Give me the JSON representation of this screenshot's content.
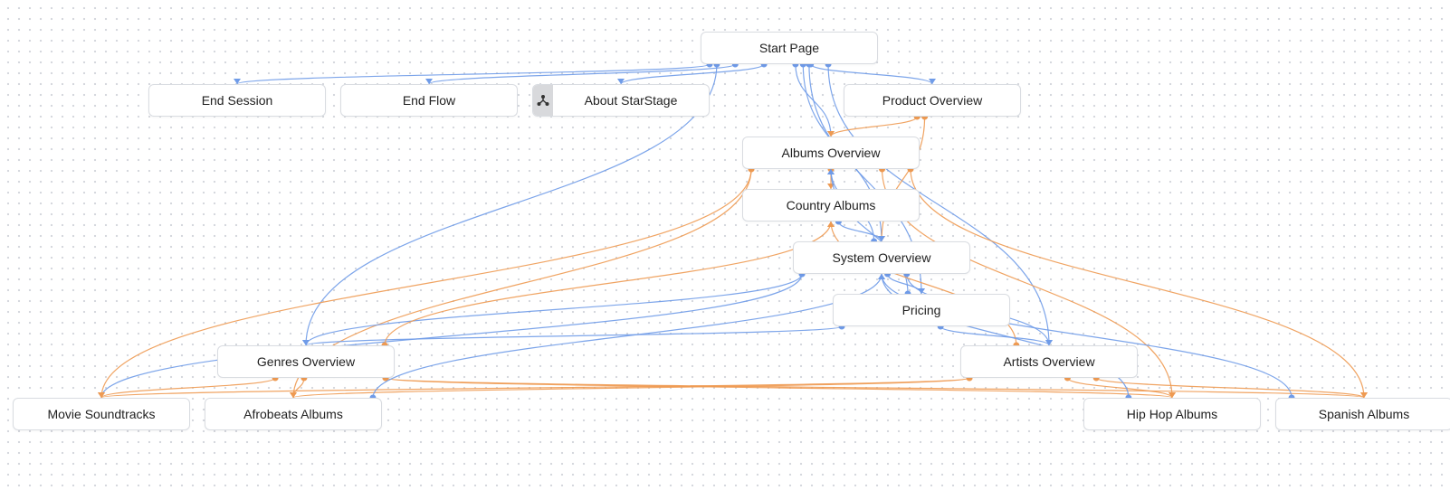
{
  "diagram": {
    "colors": {
      "blue": "#6f9be8",
      "orange": "#ee9a52",
      "node_border": "#d9dce1",
      "badge_bg": "#d8d9dc"
    },
    "nodes": [
      {
        "id": "start_page",
        "label": "Start Page"
      },
      {
        "id": "end_session",
        "label": "End Session"
      },
      {
        "id": "end_flow",
        "label": "End Flow"
      },
      {
        "id": "about_starstage",
        "label": "About StarStage",
        "icon": "flow-branch-icon"
      },
      {
        "id": "product_overview",
        "label": "Product Overview"
      },
      {
        "id": "albums_overview",
        "label": "Albums Overview"
      },
      {
        "id": "country_albums",
        "label": "Country Albums"
      },
      {
        "id": "system_overview",
        "label": "System Overview"
      },
      {
        "id": "pricing",
        "label": "Pricing"
      },
      {
        "id": "genres_overview",
        "label": "Genres Overview"
      },
      {
        "id": "artists_overview",
        "label": "Artists Overview"
      },
      {
        "id": "movie_soundtracks",
        "label": "Movie Soundtracks"
      },
      {
        "id": "afrobeats_albums",
        "label": "Afrobeats Albums"
      },
      {
        "id": "hip_hop_albums",
        "label": "Hip Hop Albums"
      },
      {
        "id": "spanish_albums",
        "label": "Spanish Albums"
      }
    ],
    "edges": [
      {
        "from": "start_page",
        "to": "end_session",
        "color": "blue"
      },
      {
        "from": "start_page",
        "to": "end_flow",
        "color": "blue"
      },
      {
        "from": "start_page",
        "to": "about_starstage",
        "color": "blue"
      },
      {
        "from": "start_page",
        "to": "product_overview",
        "color": "blue"
      },
      {
        "from": "start_page",
        "to": "albums_overview",
        "color": "blue"
      },
      {
        "from": "start_page",
        "to": "system_overview",
        "color": "blue"
      },
      {
        "from": "start_page",
        "to": "pricing",
        "color": "blue"
      },
      {
        "from": "start_page",
        "to": "genres_overview",
        "color": "blue"
      },
      {
        "from": "start_page",
        "to": "artists_overview",
        "color": "blue"
      },
      {
        "from": "product_overview",
        "to": "albums_overview",
        "color": "orange"
      },
      {
        "from": "product_overview",
        "to": "system_overview",
        "color": "orange"
      },
      {
        "from": "albums_overview",
        "to": "country_albums",
        "color": "orange"
      },
      {
        "from": "albums_overview",
        "to": "movie_soundtracks",
        "color": "orange"
      },
      {
        "from": "albums_overview",
        "to": "afrobeats_albums",
        "color": "orange"
      },
      {
        "from": "albums_overview",
        "to": "hip_hop_albums",
        "color": "orange"
      },
      {
        "from": "albums_overview",
        "to": "spanish_albums",
        "color": "orange"
      },
      {
        "from": "country_albums",
        "to": "system_overview",
        "color": "blue"
      },
      {
        "from": "system_overview",
        "to": "albums_overview",
        "color": "blue"
      },
      {
        "from": "system_overview",
        "to": "pricing",
        "color": "blue"
      },
      {
        "from": "system_overview",
        "to": "genres_overview",
        "color": "blue"
      },
      {
        "from": "system_overview",
        "to": "artists_overview",
        "color": "blue"
      },
      {
        "from": "system_overview",
        "to": "movie_soundtracks",
        "color": "blue"
      },
      {
        "from": "pricing",
        "to": "genres_overview",
        "color": "blue"
      },
      {
        "from": "pricing",
        "to": "artists_overview",
        "color": "blue"
      },
      {
        "from": "pricing",
        "to": "albums_overview",
        "color": "blue"
      },
      {
        "from": "genres_overview",
        "to": "country_albums",
        "color": "orange"
      },
      {
        "from": "genres_overview",
        "to": "movie_soundtracks",
        "color": "orange"
      },
      {
        "from": "genres_overview",
        "to": "afrobeats_albums",
        "color": "orange"
      },
      {
        "from": "genres_overview",
        "to": "hip_hop_albums",
        "color": "orange"
      },
      {
        "from": "genres_overview",
        "to": "spanish_albums",
        "color": "orange"
      },
      {
        "from": "artists_overview",
        "to": "country_albums",
        "color": "orange"
      },
      {
        "from": "artists_overview",
        "to": "movie_soundtracks",
        "color": "orange"
      },
      {
        "from": "artists_overview",
        "to": "afrobeats_albums",
        "color": "orange"
      },
      {
        "from": "artists_overview",
        "to": "hip_hop_albums",
        "color": "orange"
      },
      {
        "from": "artists_overview",
        "to": "spanish_albums",
        "color": "orange"
      },
      {
        "from": "afrobeats_albums",
        "to": "system_overview",
        "color": "blue"
      },
      {
        "from": "hip_hop_albums",
        "to": "system_overview",
        "color": "blue"
      },
      {
        "from": "spanish_albums",
        "to": "system_overview",
        "color": "blue"
      }
    ]
  }
}
